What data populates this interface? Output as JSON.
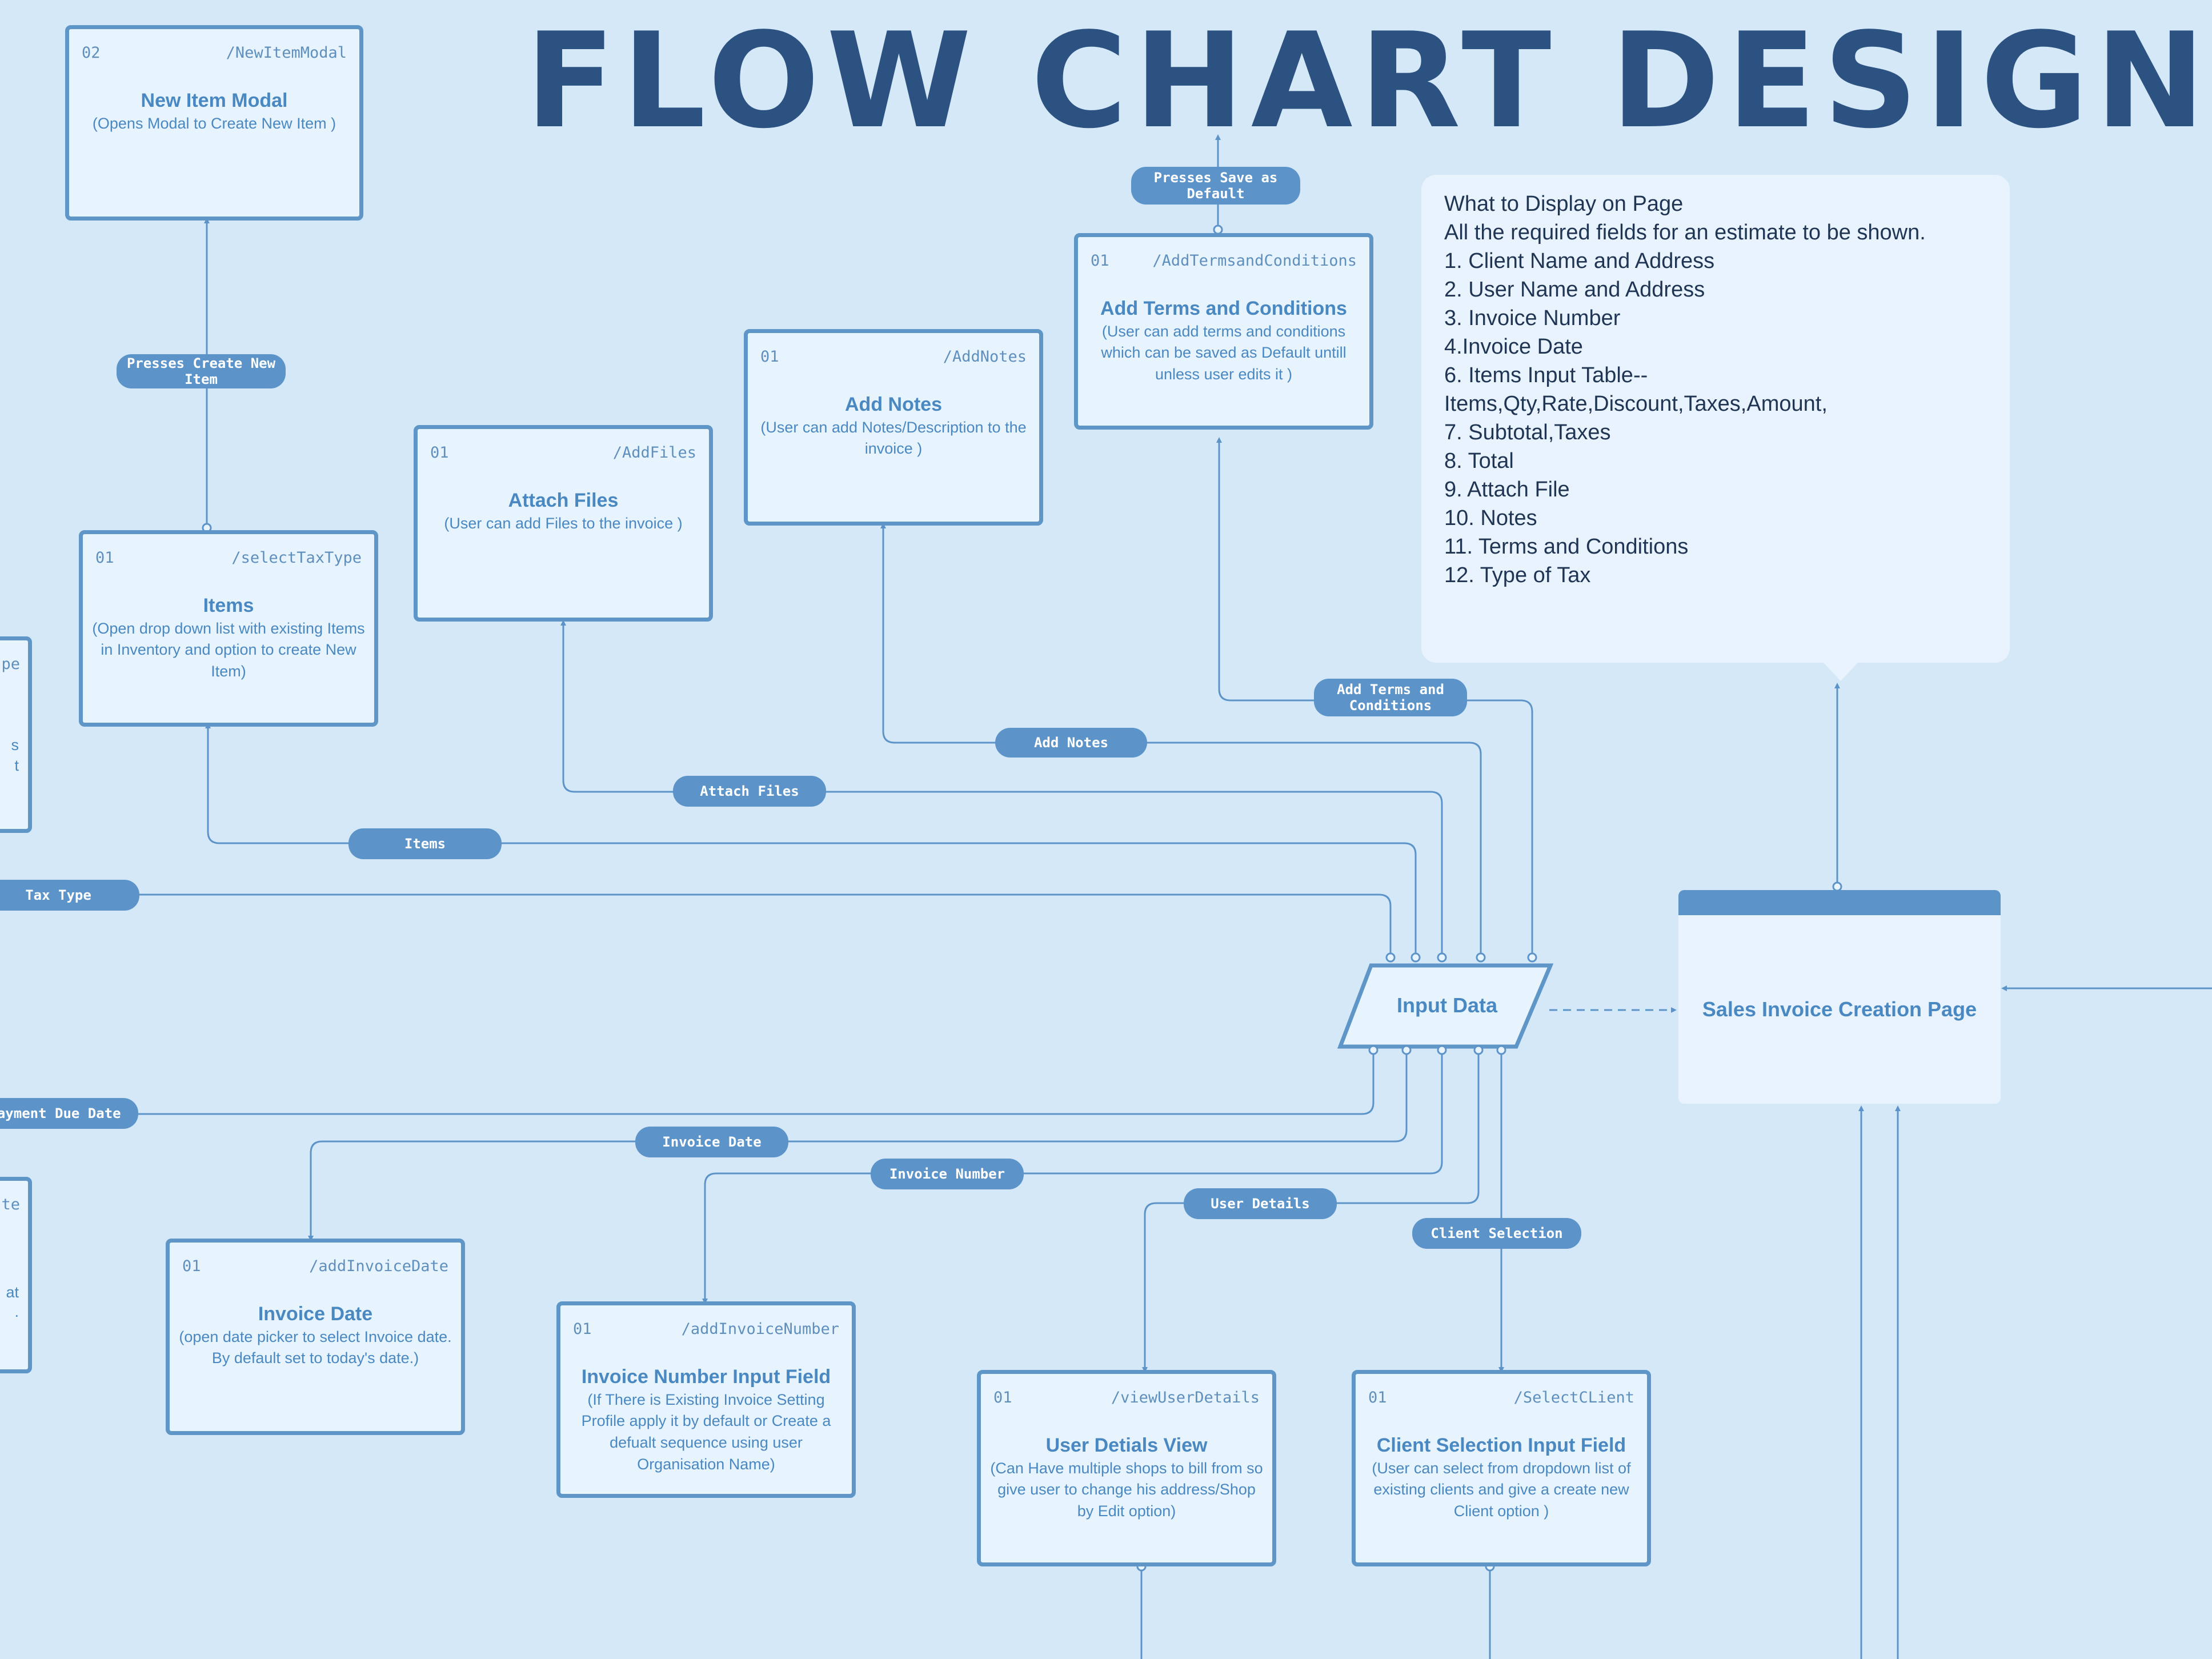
{
  "title": "FLOW CHART DESIGN",
  "colors": {
    "background": "#d5e8f7",
    "accent": "#5c94c9",
    "title": "#2c5282",
    "node_text": "#4a88c2"
  },
  "nodes": {
    "new_item_modal": {
      "num": "02",
      "route": "/NewItemModal",
      "title": "New Item Modal",
      "desc": "(Opens Modal to Create New Item )"
    },
    "select_tax_type": {
      "num": "01",
      "route": "/selectTaxType",
      "title": "Items",
      "desc": "(Open drop down list with existing Items in Inventory and option to create New Item)"
    },
    "add_files": {
      "num": "01",
      "route": "/AddFiles",
      "title": "Attach Files",
      "desc": "(User can add Files to the invoice )"
    },
    "add_notes": {
      "num": "01",
      "route": "/AddNotes",
      "title": "Add Notes",
      "desc": "(User can add Notes/Description to the invoice )"
    },
    "add_terms": {
      "num": "01",
      "route": "/AddTermsandConditions",
      "title": "Add Terms and Conditions",
      "desc": "(User can add terms and conditions which can be saved as Default untill unless user edits it )"
    },
    "add_invoice_date": {
      "num": "01",
      "route": "/addInvoiceDate",
      "title": "Invoice Date",
      "desc": "(open date picker to select Invoice date. By default set to today's date.)"
    },
    "add_invoice_number": {
      "num": "01",
      "route": "/addInvoiceNumber",
      "title": "Invoice Number Input Field",
      "desc": "(If There is Existing Invoice Setting Profile apply it by default or Create a defualt sequence using user Organisation Name)"
    },
    "view_user_details": {
      "num": "01",
      "route": "/viewUserDetails",
      "title": "User Detials View",
      "desc": "(Can Have multiple shops to bill from so give user to change his address/Shop by Edit option)"
    },
    "select_client": {
      "num": "01",
      "route": "/SelectCLient",
      "title": "Client Selection Input Field",
      "desc": "(User can select from dropdown list of existing clients and give a create new Client option )"
    },
    "left_top_partial": {
      "route_fragment": "pe",
      "desc_fragment_1": "s",
      "desc_fragment_2": "t"
    },
    "left_bottom_partial": {
      "route_fragment": "te",
      "desc_fragment_1": "at",
      "desc_fragment_2": "."
    }
  },
  "edges": {
    "presses_save_default": "Presses Save as Default",
    "presses_create_new_item": "Presses Create New Item",
    "add_terms": "Add Terms and Conditions",
    "add_notes": "Add Notes",
    "attach_files": "Attach Files",
    "items": "Items",
    "tax_type": "Tax Type",
    "payment_due_date": "Payment Due Date",
    "invoice_date": "Invoice Date",
    "invoice_number": "Invoice Number",
    "user_details": "User Details",
    "client_selection": "Client Selection"
  },
  "input_data": "Input Data",
  "sales_page": "Sales Invoice Creation Page",
  "note": {
    "lines": [
      "What to Display on Page",
      "All the required fields for an estimate to be shown.",
      "1. Client Name and Address",
      "2. User Name and Address",
      "3. Invoice Number",
      "4.Invoice Date",
      "6. Items Input Table--",
      "Items,Qty,Rate,Discount,Taxes,Amount,",
      "7. Subtotal,Taxes",
      "8. Total",
      "9. Attach File",
      "10. Notes",
      "11. Terms and Conditions",
      "12. Type of Tax"
    ]
  }
}
